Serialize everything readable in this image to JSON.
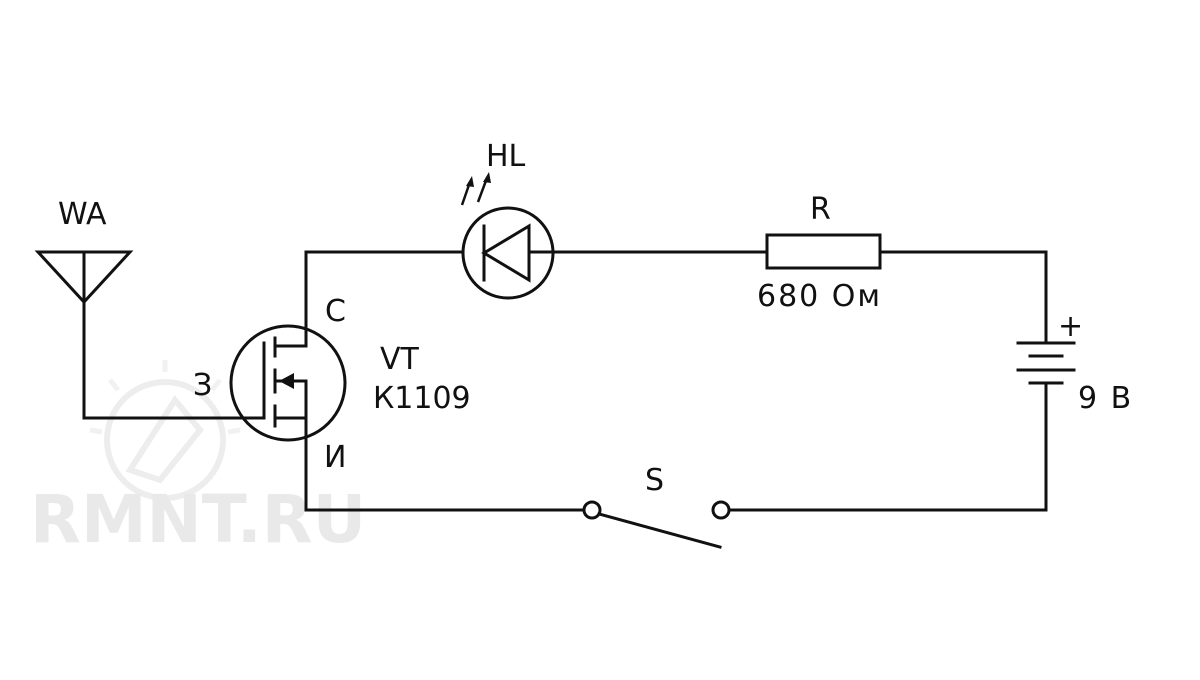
{
  "diagram": {
    "antenna": {
      "label": "WA",
      "icon": "antenna-icon"
    },
    "transistor": {
      "designator": "VT",
      "part": "К1109",
      "gate": "З",
      "drain": "С",
      "source": "И",
      "icon": "mosfet-icon"
    },
    "led": {
      "label": "HL",
      "icon": "led-icon"
    },
    "resistor": {
      "label": "R",
      "value": "680 Ом",
      "icon": "resistor-icon"
    },
    "battery": {
      "polarity": "+",
      "voltage": "9 В",
      "icon": "battery-icon"
    },
    "switch": {
      "label": "S",
      "icon": "switch-icon"
    },
    "watermark": {
      "text": "RMNT.RU",
      "icon": "watermark-logo-icon"
    }
  },
  "colors": {
    "ink": "#111111",
    "watermark": "#e7e7e7",
    "background": "#ffffff"
  }
}
